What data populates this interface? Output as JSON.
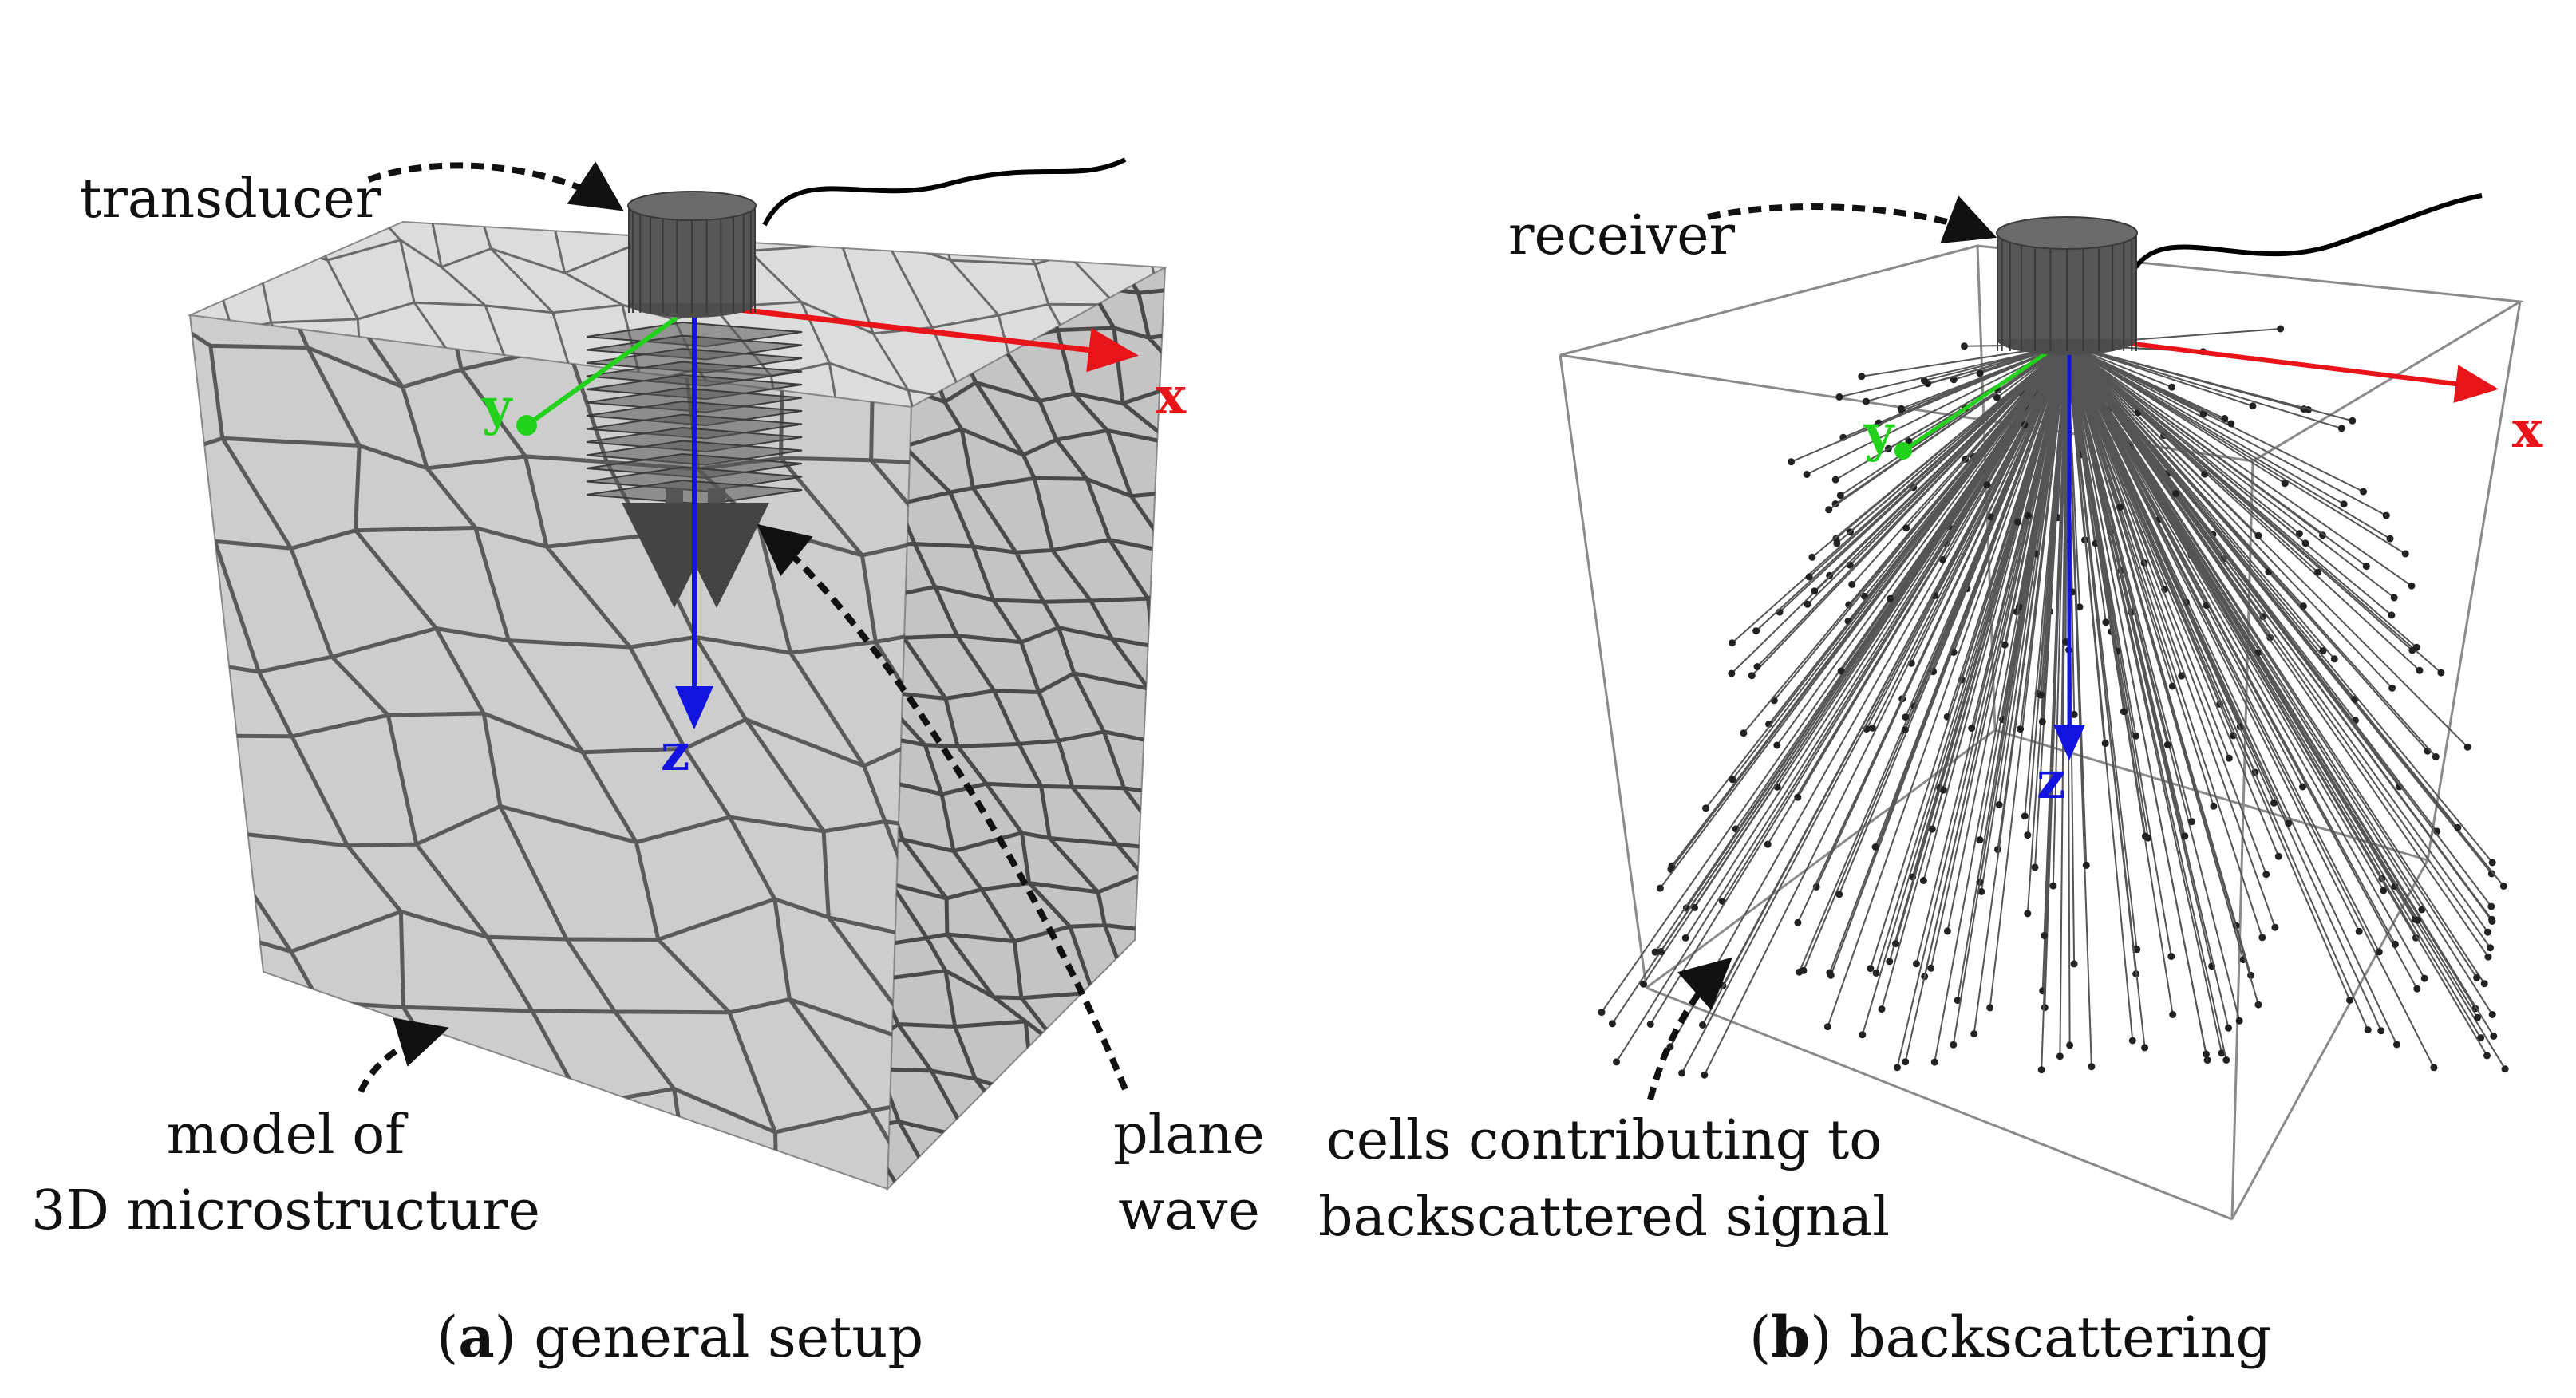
{
  "panel_a": {
    "labels": {
      "transducer": "transducer",
      "model_line1": "model of",
      "model_line2": "3D microstructure",
      "plane_line1": "plane",
      "plane_line2": "wave"
    },
    "axes": {
      "x": "x",
      "y": "y",
      "z": "z"
    },
    "caption": {
      "letter": "a",
      "text": "general setup"
    }
  },
  "panel_b": {
    "labels": {
      "receiver": "receiver",
      "cells_line1": "cells contributing to",
      "cells_line2": "backscattered signal"
    },
    "axes": {
      "x": "x",
      "y": "y",
      "z": "z"
    },
    "caption": {
      "letter": "b",
      "text": "backscattering"
    }
  },
  "colors": {
    "x_axis": "#e8141a",
    "y_axis": "#22d11b",
    "z_axis": "#1414e0",
    "transducer": "#555555",
    "cube_fill": "#cfcfcf",
    "grain_lines": "#5a5a5a",
    "scatter_lines": "#444444"
  }
}
